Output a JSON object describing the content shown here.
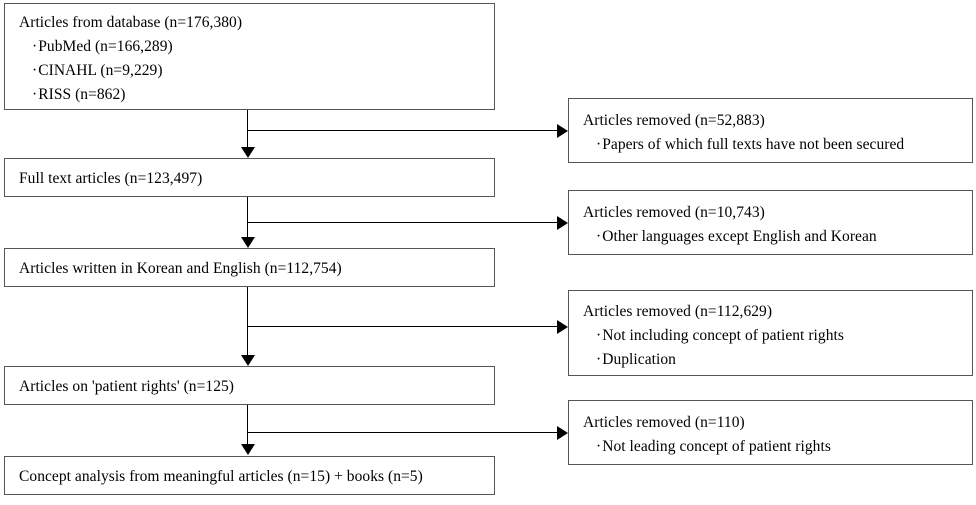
{
  "diagram": {
    "type": "study-selection-flowchart",
    "border_color": "#555555",
    "connector_color": "#000000",
    "background_color": "#ffffff",
    "flow_boxes": [
      {
        "id": "database-articles",
        "title": "Articles from database (n=176,380)",
        "items": [
          "PubMed (n=166,289)",
          "CINAHL (n=9,229)",
          "RISS (n=862)"
        ]
      },
      {
        "id": "full-text-articles",
        "title": "Full text articles (n=123,497)",
        "items": []
      },
      {
        "id": "language-filtered-articles",
        "title": "Articles written in Korean and English (n=112,754)",
        "items": []
      },
      {
        "id": "patient-rights-articles",
        "title": "Articles on 'patient rights' (n=125)",
        "items": []
      },
      {
        "id": "concept-analysis-final",
        "title": "Concept analysis from meaningful articles (n=15) + books (n=5)",
        "items": []
      }
    ],
    "exclusion_boxes": [
      {
        "id": "removed-full-text",
        "title": "Articles removed (n=52,883)",
        "items": [
          "Papers of which full texts have not been secured"
        ]
      },
      {
        "id": "removed-language",
        "title": "Articles removed (n=10,743)",
        "items": [
          "Other languages except English and Korean"
        ]
      },
      {
        "id": "removed-concept",
        "title": "Articles removed (n=112,629)",
        "items": [
          "Not including concept of patient rights",
          "Duplication"
        ]
      },
      {
        "id": "removed-not-leading",
        "title": "Articles removed (n=110)",
        "items": [
          "Not leading concept of patient rights"
        ]
      }
    ],
    "bullet_char": "·"
  }
}
